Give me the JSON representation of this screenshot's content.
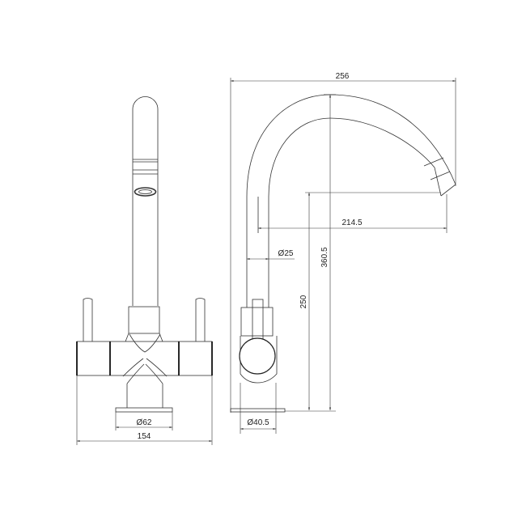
{
  "drawing": {
    "front_view": {
      "dimensions": {
        "base_diameter": "Ø62",
        "overall_width": "154"
      }
    },
    "side_view": {
      "dimensions": {
        "overall_reach": "256",
        "spout_reach": "214.5",
        "spout_diameter": "Ø25",
        "total_height": "360.5",
        "outlet_height": "250",
        "base_diameter": "Ø40.5"
      }
    },
    "line_color": "#333333"
  }
}
